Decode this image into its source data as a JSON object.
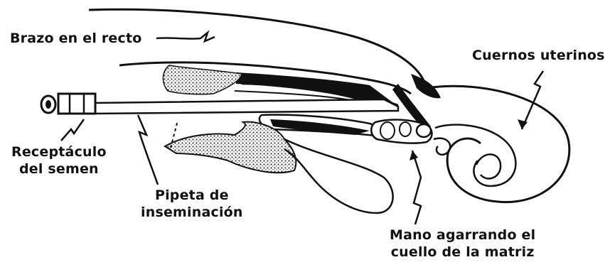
{
  "labels": {
    "brazo": "Brazo en el recto",
    "cuernos": "Cuernos uterinos",
    "receptaculo_line1": "Receptáculo",
    "receptaculo_line2": "del semen",
    "pipeta_line1": "Pipeta de",
    "pipeta_line2": "inseminación",
    "mano_line1": "Mano agarrando el",
    "mano_line2": "cuello de la matriz"
  },
  "colors": {
    "ink": "#111111",
    "background": "#ffffff",
    "stipple": "#555555"
  }
}
